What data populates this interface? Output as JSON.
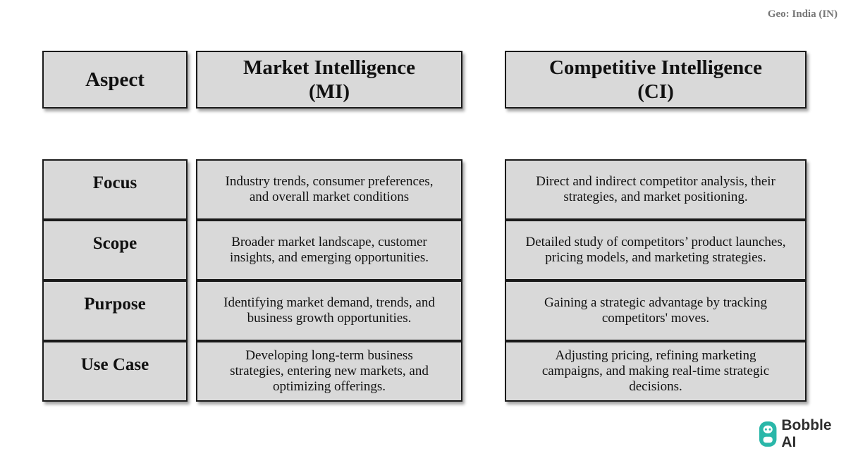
{
  "geo_label": "Geo: India (IN)",
  "headers": {
    "aspect": "Aspect",
    "mi_line1": "Market Intelligence",
    "mi_line2": "(MI)",
    "ci_line1": "Competitive Intelligence",
    "ci_line2": "(CI)"
  },
  "rows": [
    {
      "label": "Focus",
      "mi": [
        "Industry trends, consumer preferences,",
        "and overall market conditions"
      ],
      "ci": [
        "Direct and indirect competitor analysis, their",
        "strategies, and market positioning."
      ]
    },
    {
      "label": "Scope",
      "mi": [
        "Broader market landscape, customer",
        "insights, and emerging opportunities."
      ],
      "ci": [
        "Detailed study of competitors’ product launches,",
        "pricing models, and marketing strategies."
      ]
    },
    {
      "label": "Purpose",
      "mi": [
        "Identifying market demand, trends, and",
        "business growth opportunities."
      ],
      "ci": [
        "Gaining a strategic advantage by tracking",
        "competitors' moves."
      ]
    },
    {
      "label": "Use Case",
      "mi": [
        "Developing long-term business",
        "strategies, entering new markets, and",
        "optimizing offerings."
      ],
      "ci": [
        "Adjusting pricing, refining marketing",
        "campaigns, and making real-time strategic",
        "decisions."
      ]
    }
  ],
  "brand": {
    "name": "Bobble AI",
    "icon": "bobble-logo-icon",
    "accent_color": "#2ab7a9"
  }
}
